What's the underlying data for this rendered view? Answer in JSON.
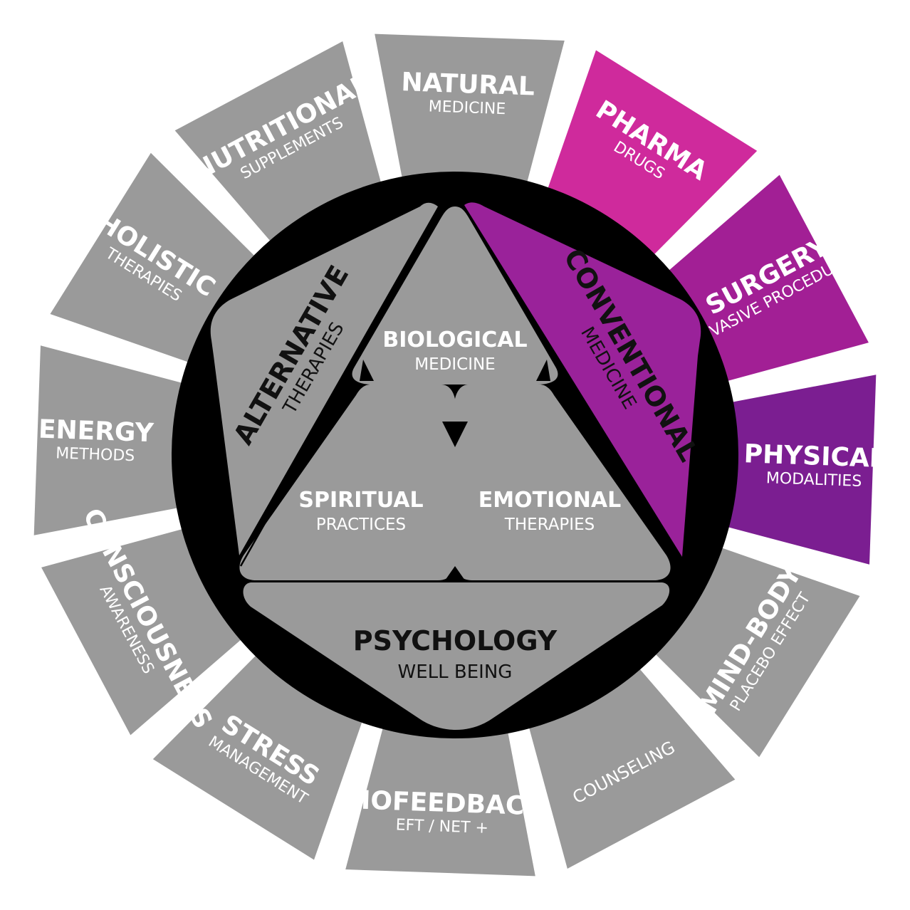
{
  "colors": {
    "background": "#ffffff",
    "ring_gray": "#9a9a9a",
    "separator": "#ffffff",
    "core_black": "#000000",
    "pharma": "#cf2a9c",
    "surgery": "#a21f95",
    "physical": "#7b1e91",
    "conventional_panel": "#9a229a",
    "inner_gray": "#9a9a9a",
    "dark_text": "#111111",
    "light_text": "#ffffff"
  },
  "outer_segments": [
    {
      "main": "NATURAL",
      "sub": "MEDICINE",
      "color": "#9a9a9a"
    },
    {
      "main": "PHARMA",
      "sub": "DRUGS",
      "color": "#cf2a9c"
    },
    {
      "main": "SURGERY",
      "sub": "INVASIVE PROCEDURES",
      "color": "#a21f95"
    },
    {
      "main": "PHYSICAL",
      "sub": "MODALITIES",
      "color": "#7b1e91"
    },
    {
      "main": "MIND-BODY",
      "sub": "PLACEBO EFFECT",
      "color": "#9a9a9a"
    },
    {
      "main": "COUNSELING",
      "sub": "",
      "color": "#9a9a9a"
    },
    {
      "main": "BIOFEEDBACK",
      "sub": "EFT / NET +",
      "color": "#9a9a9a"
    },
    {
      "main": "STRESS",
      "sub": "MANAGEMENT",
      "color": "#9a9a9a"
    },
    {
      "main": "CONSCIOUSNESS",
      "sub": "AWARENESS",
      "color": "#9a9a9a"
    },
    {
      "main": "ENERGY",
      "sub": "METHODS",
      "color": "#9a9a9a"
    },
    {
      "main": "HOLISTIC",
      "sub": "THERAPIES",
      "color": "#9a9a9a"
    },
    {
      "main": "NUTRITIONAL",
      "sub": "SUPPLEMENTS",
      "color": "#9a9a9a"
    }
  ],
  "inner": {
    "biological": {
      "main": "BIOLOGICAL",
      "sub": "MEDICINE"
    },
    "spiritual": {
      "main": "SPIRITUAL",
      "sub": "PRACTICES"
    },
    "emotional": {
      "main": "EMOTIONAL",
      "sub": "THERAPIES"
    },
    "alternative": {
      "main": "ALTERNATIVE",
      "sub": "THERAPIES"
    },
    "conventional": {
      "main": "CONVENTIONAL",
      "sub": "MEDICINE"
    },
    "psychology": {
      "main": "PSYCHOLOGY",
      "sub": "WELL BEING"
    }
  }
}
